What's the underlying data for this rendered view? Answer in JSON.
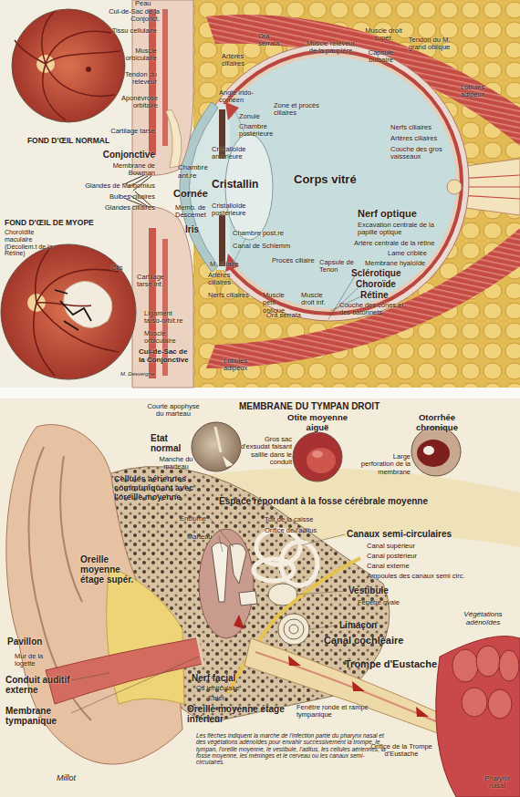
{
  "diagram": {
    "caption": "Les flèches indiquent la marche de l'infection partie du pharynx nasal et des végétations adénoïdes pour envahir successivement la trompe, le tympan, l'oreille moyenne, le vestibule, l'aditus, les cellules aériennes, la fosse moyenne, les méninges et le cerveau ou les canaux semi-circulaires.",
    "nodes": [
      {
        "text": [
          "FOND D'ŒIL NORMAL"
        ]
      },
      {
        "text": [
          "FOND D'ŒIL DE MYOPE",
          "Choroïdite maculaire (Décollem.t de la Rétine)"
        ]
      },
      {
        "text": [
          "Etat normal"
        ]
      },
      {
        "text": [
          "Otite moyenne aiguë"
        ]
      },
      {
        "text": [
          "Otorrhée chronique"
        ]
      }
    ],
    "labels": [
      "Peau",
      "Cul-de-Sac de la Conjonct.",
      "Tissu cellulaire",
      "Muscle orbiculaire",
      "Tendon du releveur",
      "Aponévrose orbitaire",
      "Cartilage tarse",
      "Conjonctive",
      "Membrane de Bowman",
      "Glandes de Meibomius",
      "Bulbes ciliaires",
      "Glandes ciliaires",
      "Cils",
      "Cartilage tarse inf.",
      "Ligament tarso-orbit.re",
      "Muscle orbiculaire",
      "Cul-de-Sac de la Conjonctive",
      "M. Desvergne",
      "Lobules adipeux",
      "Ora serrata",
      "Muscle releveur de la paupière",
      "Muscle droit supér.",
      "Capsule bulbaire",
      "Tendon du M. grand oblique",
      "Lobules adipeux",
      "Artères ciliaires",
      "Angle irido-cornéen",
      "Zone et procès ciliaires",
      "Zonule",
      "Chambre postérieure",
      "Cristalloïde antérieure",
      "Chambre ant.re",
      "Cornée",
      "Cristallin",
      "Corps vitré",
      "Memb. de Descemet",
      "Iris",
      "Cristalloïde postérieure",
      "Chambre post.re",
      "Canal de Schlemm",
      "M. ciliaire",
      "Artères ciliaires",
      "Nerfs ciliaires",
      "Procès ciliaire",
      "Capsule de Tenon",
      "Muscle petit oblique",
      "Muscle droit inf.",
      "Ora serrata",
      "Nerfs ciliaires",
      "Artères ciliaires",
      "Couche des gros vaisseaux",
      "Nerf optique",
      "Excavation centrale de la papille optique",
      "Artère centrale de la rétine",
      "Lame criblée",
      "Membrane hyaloïde",
      "Sclérotique",
      "Choroïde",
      "Rétine",
      "Couche des cônes et des bâtonnets",
      "MEMBRANE DU TYMPAN DROIT",
      "Courte apophyse du marteau",
      "Manche du marteau",
      "Gros sac d'exsudat faisant saillie dans le conduit",
      "Large perforation de la membrane",
      "Cellules aériennes communiquant avec l'oreille moyenne",
      "Espace répondant à la fosse cérébrale moyenne",
      "Enclume",
      "Marteau",
      "Toit de la caisse",
      "Orifice de l'aditus",
      "Canaux semi-circulaires",
      "Canal supérieur",
      "Canal postérieur",
      "Canal externe",
      "Ampoules des canaux semi circ.",
      "Oreille moyenne étage supér.",
      "Vestibule",
      "Fenêtre ovale",
      "Limaçon",
      "Canal cochléaire",
      "Trompe d'Eustache",
      "Végétations adénoïdes",
      "Pavillon",
      "Mur de la logette",
      "Conduit auditif externe",
      "Membrane tympanique",
      "Nerf facial",
      "Os lenticulaire",
      "Etrier",
      "Oreille moyenne étage inférieur",
      "Fenêtre ronde et rampe tympanique",
      "Orifice de la Trompe d'Eustache",
      "Pharynx nasal",
      "Millot"
    ]
  }
}
